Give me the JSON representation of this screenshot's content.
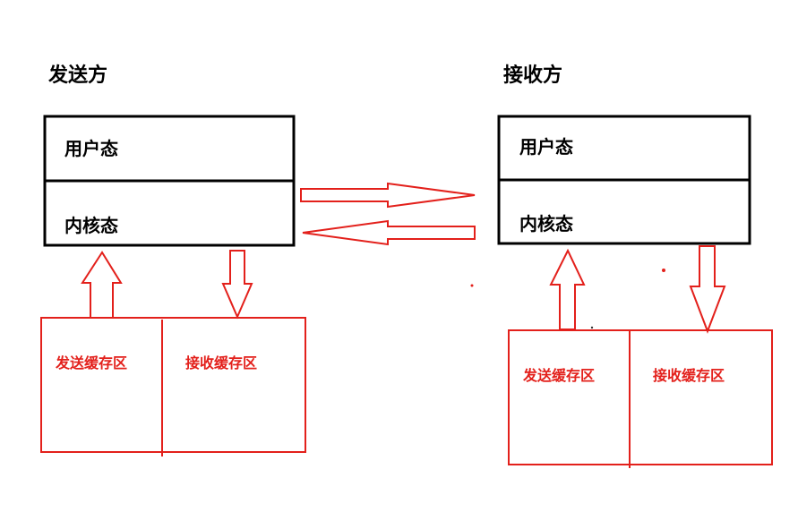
{
  "sender": {
    "title": "发送方",
    "user_mode": "用户态",
    "kernel_mode": "内核态",
    "send_buffer": "发送缓存区",
    "recv_buffer": "接收缓存区"
  },
  "receiver": {
    "title": "接收方",
    "user_mode": "用户态",
    "kernel_mode": "内核态",
    "send_buffer": "发送缓存区",
    "recv_buffer": "接收缓存区"
  },
  "colors": {
    "box_stroke": "#000000",
    "red": "#e3201b"
  }
}
